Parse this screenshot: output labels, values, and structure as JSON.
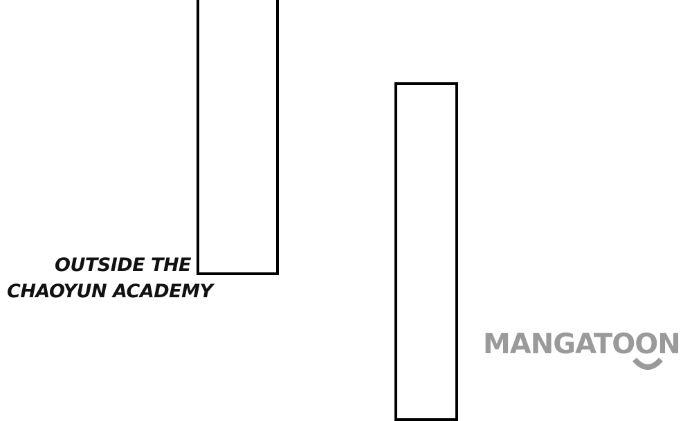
{
  "caption": {
    "line1": "OUTSIDE THE",
    "line2": "CHAOYUN ACADEMY"
  },
  "watermark": {
    "text": "MANGATOON",
    "color": "#9a9a9a"
  }
}
